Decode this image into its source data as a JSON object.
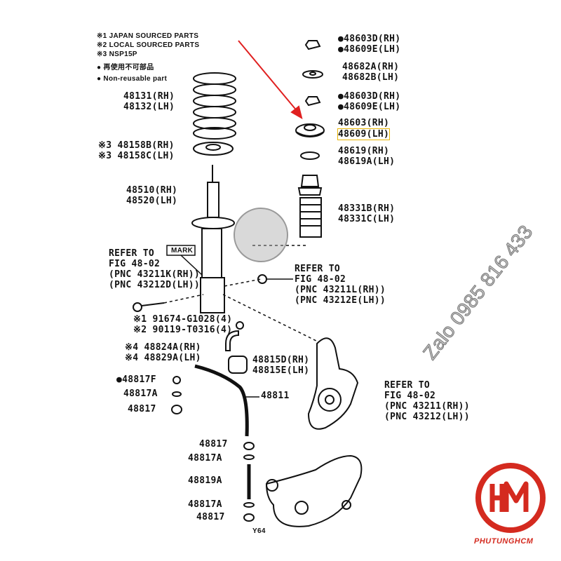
{
  "legend": {
    "note1": "※1 JAPAN SOURCED PARTS",
    "note2": "※2 LOCAL SOURCED PARTS",
    "note3": "※3 NSP15P",
    "note4": "● 再使用不可部品",
    "note5": "● Non-reusable part"
  },
  "parts": {
    "p48603D": "●48603D(RH)\n●48609E(LH)",
    "p48682A": "48682A(RH)\n48682B(LH)",
    "p48603D_2": "●48603D(RH)\n●48609E(LH)",
    "p48603_rh": "48603(RH)",
    "p48609_lh": "48609(LH)",
    "p48619": "48619(RH)\n48619A(LH)",
    "p48331": "48331B(RH)\n48331C(LH)",
    "p48131": "48131(RH)\n48132(LH)",
    "p48158": "※3 48158B(RH)\n※3 48158C(LH)",
    "p48510": "48510(RH)\n48520(LH)",
    "refer1": "REFER TO\nFIG 48-02\n(PNC 43211K(RH))\n(PNC 43212D(LH))",
    "mark": "MARK",
    "refer2": "REFER TO\nFIG 48-02\n(PNC 43211L(RH))\n(PNC 43212E(LH))",
    "bolts": "※1 91674-G1028(4)\n※2 90119-T0316(4)",
    "p48824": "※4 48824A(RH)\n※4 48829A(LH)",
    "p48815": "48815D(RH)\n48815E(LH)",
    "p48817F": "●48817F",
    "p48817A": "48817A",
    "p48817": "48817",
    "p48811": "48811",
    "refer3": "REFER TO\nFIG 48-02\n(PNC 43211(RH))\n(PNC 43212(LH))",
    "p48817_b": "48817",
    "p48817A_b": "48817A",
    "p48819A": "48819A",
    "p48817A_c": "48817A",
    "p48817_c": "48817",
    "fig_code": "Y64"
  },
  "watermark": "Zalo 0985 816 433",
  "logo": {
    "brand": "PHUTUNGHCM",
    "color": "#d42a1f"
  },
  "highlight_color": "#e8b400",
  "arrow_color": "#e02020"
}
